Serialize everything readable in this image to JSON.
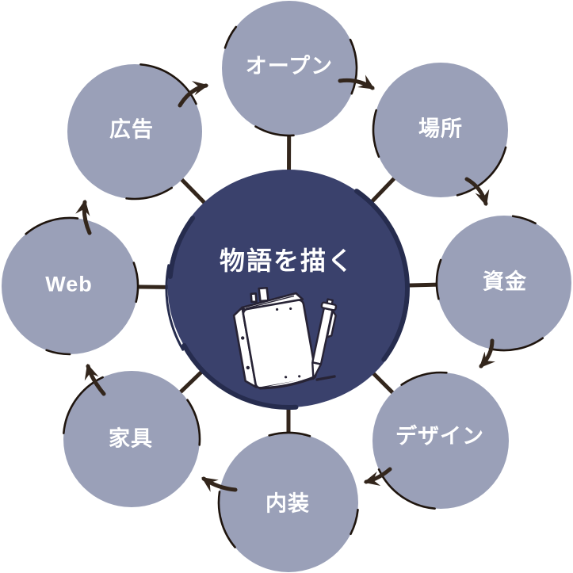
{
  "diagram": {
    "type": "circular-flow",
    "flow_direction": "clockwise",
    "center": {
      "label": "物語を描く",
      "illustration": "notebook-and-pen"
    },
    "nodes": [
      {
        "id": "open",
        "label": "オープン"
      },
      {
        "id": "place",
        "label": "場所"
      },
      {
        "id": "funds",
        "label": "資金"
      },
      {
        "id": "design",
        "label": "デザイン"
      },
      {
        "id": "interior",
        "label": "内装"
      },
      {
        "id": "furniture",
        "label": "家具"
      },
      {
        "id": "web",
        "label": "Web"
      },
      {
        "id": "ads",
        "label": "広告"
      }
    ],
    "colors": {
      "background": "#ffffff",
      "center_fill": "#3a416c",
      "center_sketch": "#262c4e",
      "node_fill": "#9aa0b8",
      "node_sketch": "#1f150e",
      "arrow": "#33261c",
      "label_text": "#ffffff",
      "illustration_fill": "#ffffff",
      "illustration_stroke": "#272335"
    }
  }
}
